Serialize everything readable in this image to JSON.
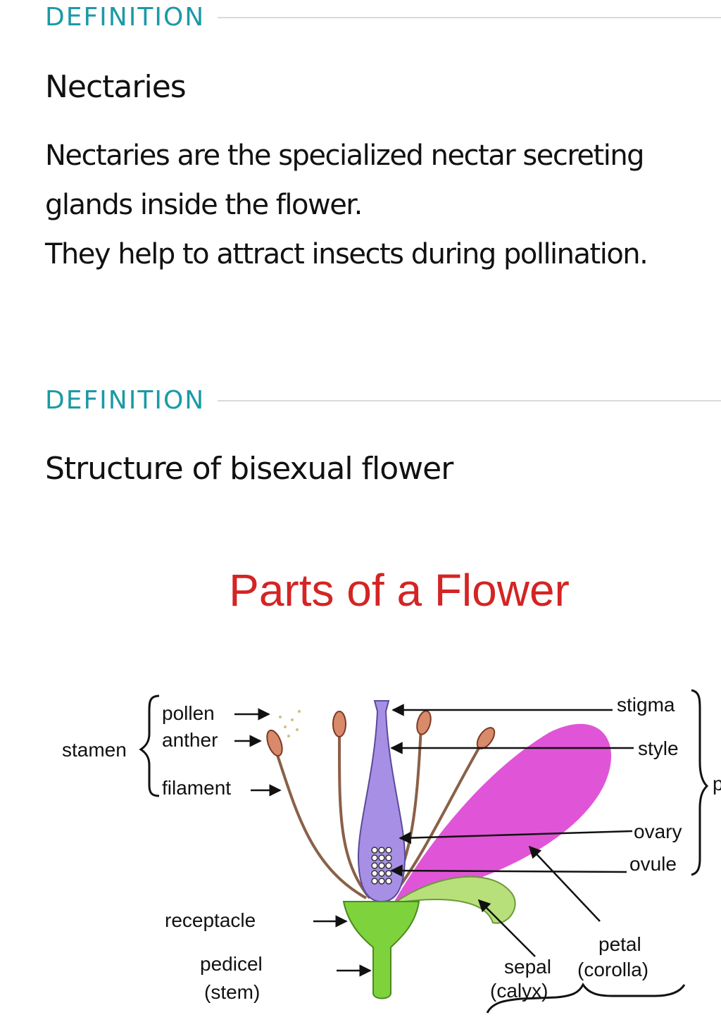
{
  "sections": [
    {
      "header": "DEFINITION",
      "term": "Nectaries",
      "paragraphs": [
        "Nectaries are the specialized nectar secreting glands inside the flower.",
        "They help to attract insects during pollination."
      ]
    },
    {
      "header": "DEFINITION",
      "term": "Structure of bisexual flower"
    }
  ],
  "diagram": {
    "title": "Parts of a Flower",
    "labels": {
      "stamen": "stamen",
      "pollen": "pollen",
      "anther": "anther",
      "filament": "filament",
      "receptacle": "receptacle",
      "pedicel": "pedicel",
      "stem": "(stem)",
      "stigma": "stigma",
      "style": "style",
      "ovary": "ovary",
      "ovule": "ovule",
      "pistil_cut": "p",
      "sepal": "sepal",
      "calyx": "(calyx)",
      "petal": "petal",
      "corolla": "(corolla)"
    },
    "colors": {
      "title": "#d42424",
      "pistil": "#a88fe6",
      "petal": "#e055d8",
      "receptacle": "#7ed23c",
      "sepal": "#b8e07a",
      "anther": "#d98a6a",
      "filament": "#8a6048"
    }
  }
}
